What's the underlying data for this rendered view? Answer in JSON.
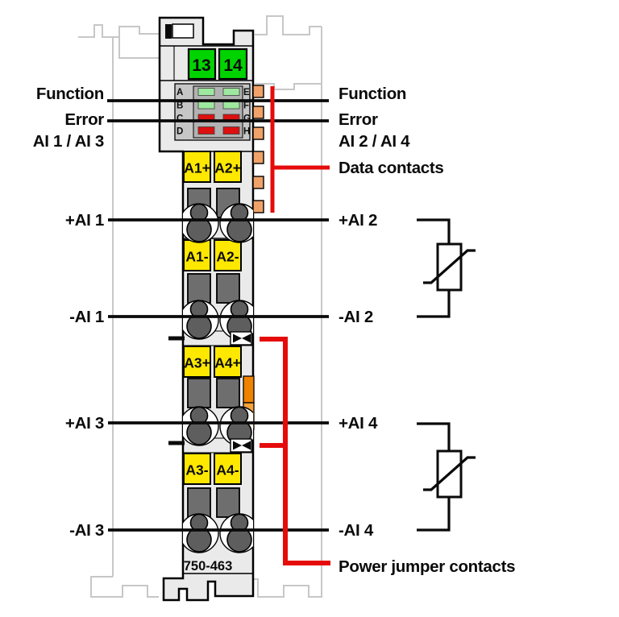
{
  "module": {
    "model": "750-463",
    "power_terminals": [
      "13",
      "14"
    ],
    "led_letters": {
      "left": [
        "A",
        "B",
        "C",
        "D"
      ],
      "right": [
        "E",
        "F",
        "G",
        "H"
      ]
    },
    "terminals": {
      "row1": [
        "A1+",
        "A2+"
      ],
      "row2": [
        "A1-",
        "A2-"
      ],
      "row3": [
        "A3+",
        "A4+"
      ],
      "row4": [
        "A3-",
        "A4-"
      ]
    }
  },
  "labels": {
    "left": {
      "function": "Function",
      "error": "Error",
      "channels": "AI 1 / AI 3",
      "ai1_plus": "+AI 1",
      "ai1_minus": "-AI 1",
      "ai3_plus": "+AI 3",
      "ai3_minus": "-AI 3"
    },
    "right": {
      "function": "Function",
      "error": "Error",
      "channels": "AI 2 / AI 4",
      "data_contacts": "Data contacts",
      "ai2_plus": "+AI 2",
      "ai2_minus": "-AI 2",
      "ai4_plus": "+AI 4",
      "ai4_minus": "-AI 4",
      "power_jumper": "Power jumper contacts"
    }
  },
  "colors": {
    "wire-black": "#0a0a0a",
    "marker-red": "#e60b0b",
    "terminal-green": "#00d400",
    "label-yellow": "#ffe800",
    "led-green": "#9fe89f",
    "led-red": "#dc1010",
    "contact-orange": "#f0a269",
    "jumper-orange-top": "#ef8200",
    "jumper-orange-bottom": "#f5a33c",
    "module-body": "#eaeaea",
    "silhouette-gray": "#c7c7c7"
  }
}
